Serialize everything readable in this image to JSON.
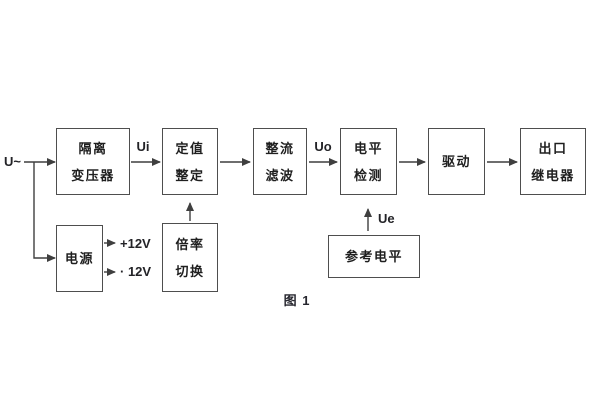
{
  "figure": {
    "caption": "图 1",
    "boxes": {
      "isolation_transformer": {
        "line1": "隔离",
        "line2": "变压器"
      },
      "setting": {
        "line1": "定值",
        "line2": "整定"
      },
      "rectifier_filter": {
        "line1": "整流",
        "line2": "滤波"
      },
      "level_detection": {
        "line1": "电平",
        "line2": "检测"
      },
      "drive": {
        "line1": "驱动"
      },
      "output_relay": {
        "line1": "出口",
        "line2": "继电器"
      },
      "power_supply": {
        "line1": "电源"
      },
      "ratio_switch": {
        "line1": "倍率",
        "line2": "切换"
      },
      "reference_level": {
        "line1": "参考电平"
      }
    },
    "signals": {
      "input": "U~",
      "ui": "Ui",
      "uo": "Uo",
      "ue": "Ue",
      "rail_pos": "+12V",
      "rail_neg": "· 12V"
    },
    "colors": {
      "line": "#3f3f3f",
      "box_border": "#4e4e4e",
      "text": "#1f1f1f",
      "background": "#ffffff"
    }
  }
}
